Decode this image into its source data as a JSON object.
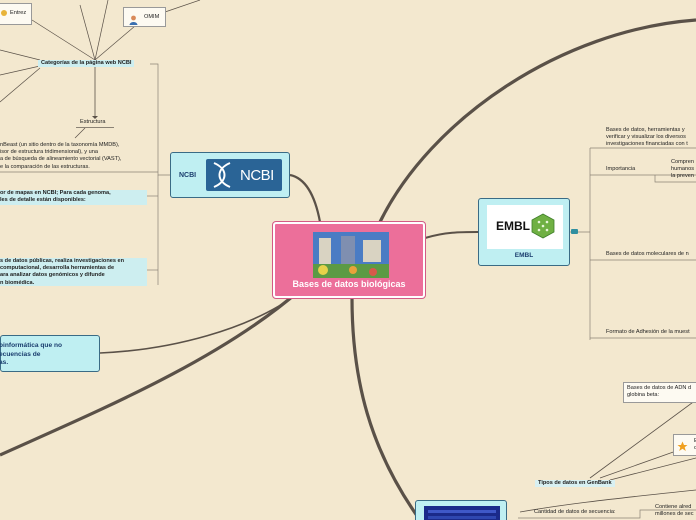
{
  "central": {
    "label": "Bases de datos biológicas"
  },
  "ncbi": {
    "label": "NCBI",
    "logo_text": "NCBI",
    "categories_label": "Categorías de la página web NCBI",
    "entrez": "Entrez",
    "omim": "OMIM",
    "estructura": "Estructura",
    "cinbeast": [
      "nBeast (un sitio dentro de la taxonomía MMDB),",
      "isor de estructura tridimensional), y una",
      "a de búsqueda de alineamiento vectorial (VAST),",
      "e la comparación de las estructuras."
    ],
    "mapas": [
      "or de mapas en NCBI; Para cada genoma,",
      "les de detalle están disponibles:"
    ],
    "datos_publicos": [
      "s de datos públicas, realiza investigaciones en",
      "computacional, desarrolla herramientas de",
      "ara analizar datos genómicos y difunde",
      "n biomédica."
    ]
  },
  "bioinformatica": [
    "oinformática que no",
    "ecuencias de",
    "as."
  ],
  "embl": {
    "label": "EMBL",
    "logo_text": "EMBL",
    "bases_herramientas": [
      "Bases de datos, herramientas y",
      "verificar y visualizar los diversos",
      "investigaciones financiadas con t"
    ],
    "importancia": "Importancia",
    "comprension": [
      "Compren",
      "humanos",
      "la preven"
    ],
    "moleculares": "Bases de datos moleculares de n",
    "formato": "Formato de Adhesión de la muest"
  },
  "genbank": {
    "tipos": "Tipos de datos en GenBank",
    "adn_globina": [
      "Bases de datos de ADN d",
      "globina beta:"
    ],
    "b_item": [
      "E",
      "c"
    ],
    "cantidad": "Cantidad de datos de secuencia:",
    "contiene": [
      "Contiene alred",
      "millones de sec"
    ]
  },
  "colors": {
    "background": "#f3e8cf",
    "central": "#ec6f9a",
    "topic": "#bfeff2",
    "line": "#5a5148"
  }
}
